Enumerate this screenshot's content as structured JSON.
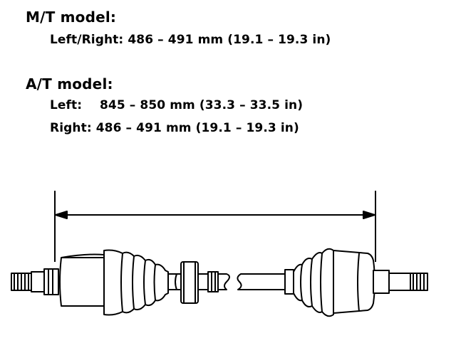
{
  "mt": {
    "heading": "M/T model:",
    "left_right_label": "Left/Right:",
    "left_right_value": "486 – 491 mm (19.1 – 19.3 in)"
  },
  "at": {
    "heading": "A/T model:",
    "left_label": "Left:",
    "left_value": "845 – 850 mm (33.3 – 33.5 in)",
    "right_label": "Right:",
    "right_value": "486 – 491 mm (19.1 – 19.3 in)"
  },
  "colors": {
    "ink": "#000000",
    "paper": "#ffffff"
  }
}
